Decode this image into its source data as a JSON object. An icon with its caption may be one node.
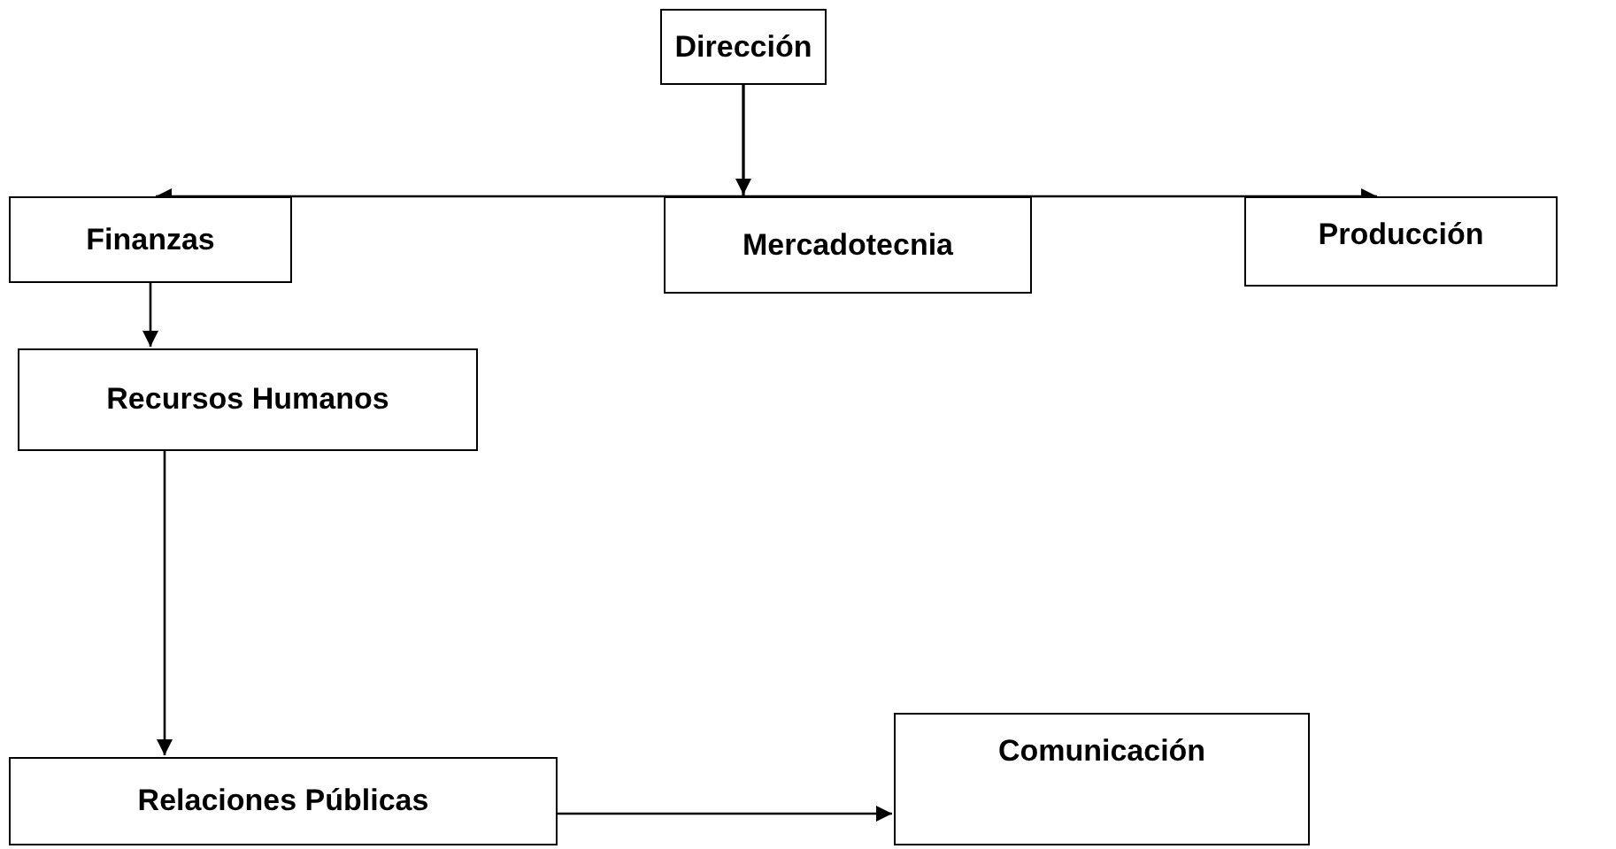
{
  "diagram": {
    "nodes": [
      {
        "text": [
          "Dirección"
        ]
      },
      {
        "text": [
          "Finanzas"
        ]
      },
      {
        "text": [
          "Mercadotecnia"
        ]
      },
      {
        "text": [
          "Producción"
        ]
      },
      {
        "text": [
          "Recursos Humanos"
        ]
      },
      {
        "text": [
          "Relaciones Públicas"
        ]
      },
      {
        "text": [
          "Comunicación"
        ]
      }
    ],
    "edges": [
      {
        "from": 0,
        "to": 1,
        "arrow": "to"
      },
      {
        "from": 0,
        "to": 2,
        "arrow": "to"
      },
      {
        "from": 0,
        "to": 3,
        "arrow": "to"
      },
      {
        "from": 1,
        "to": 4,
        "arrow": "to"
      },
      {
        "from": 4,
        "to": 5,
        "arrow": "to"
      },
      {
        "from": 5,
        "to": 6,
        "arrow": "to"
      }
    ]
  }
}
